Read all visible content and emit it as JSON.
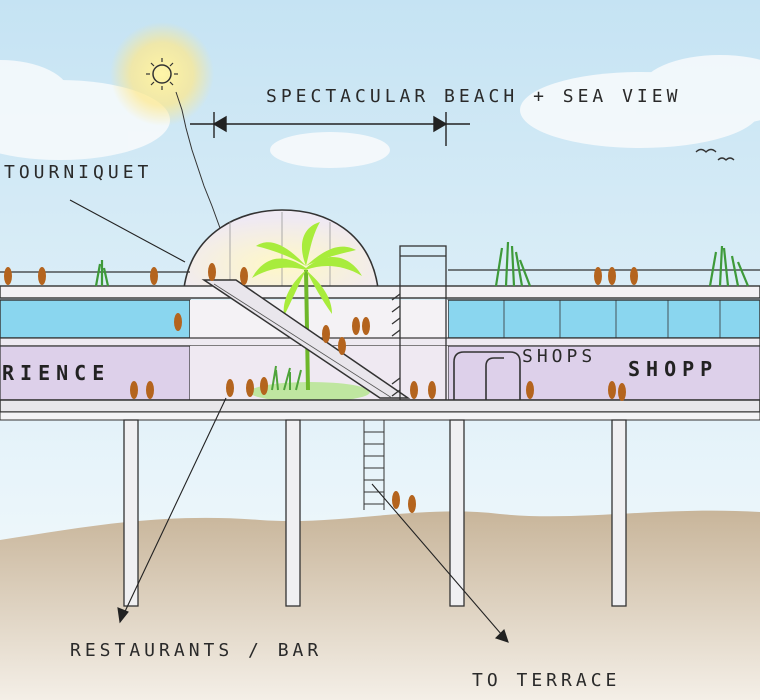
{
  "annotations": {
    "view": "SPECTACULAR BEACH + SEA VIEW",
    "tourniquet": "TOURNIQUET",
    "restaurants": "RESTAURANTS / BAR",
    "terrace": "TO TERRACE"
  },
  "wall_texts": {
    "experience": "RIENCE",
    "shops": "SHOPS",
    "shopping": "SHOPP"
  },
  "colors": {
    "sky_top": "#c9e6f4",
    "sky_bottom": "#eaf5fb",
    "sand_top": "#c9b79d",
    "sand_bottom": "#f1ebe1",
    "glass": "#7fd3ee",
    "wall": "#ddd0ea",
    "people": "#b4641e",
    "palm": "#9be33a",
    "dome": "#f3eee2"
  },
  "icons": [
    "sun-icon",
    "bird-icon",
    "palm-tree-icon",
    "person-icon"
  ]
}
